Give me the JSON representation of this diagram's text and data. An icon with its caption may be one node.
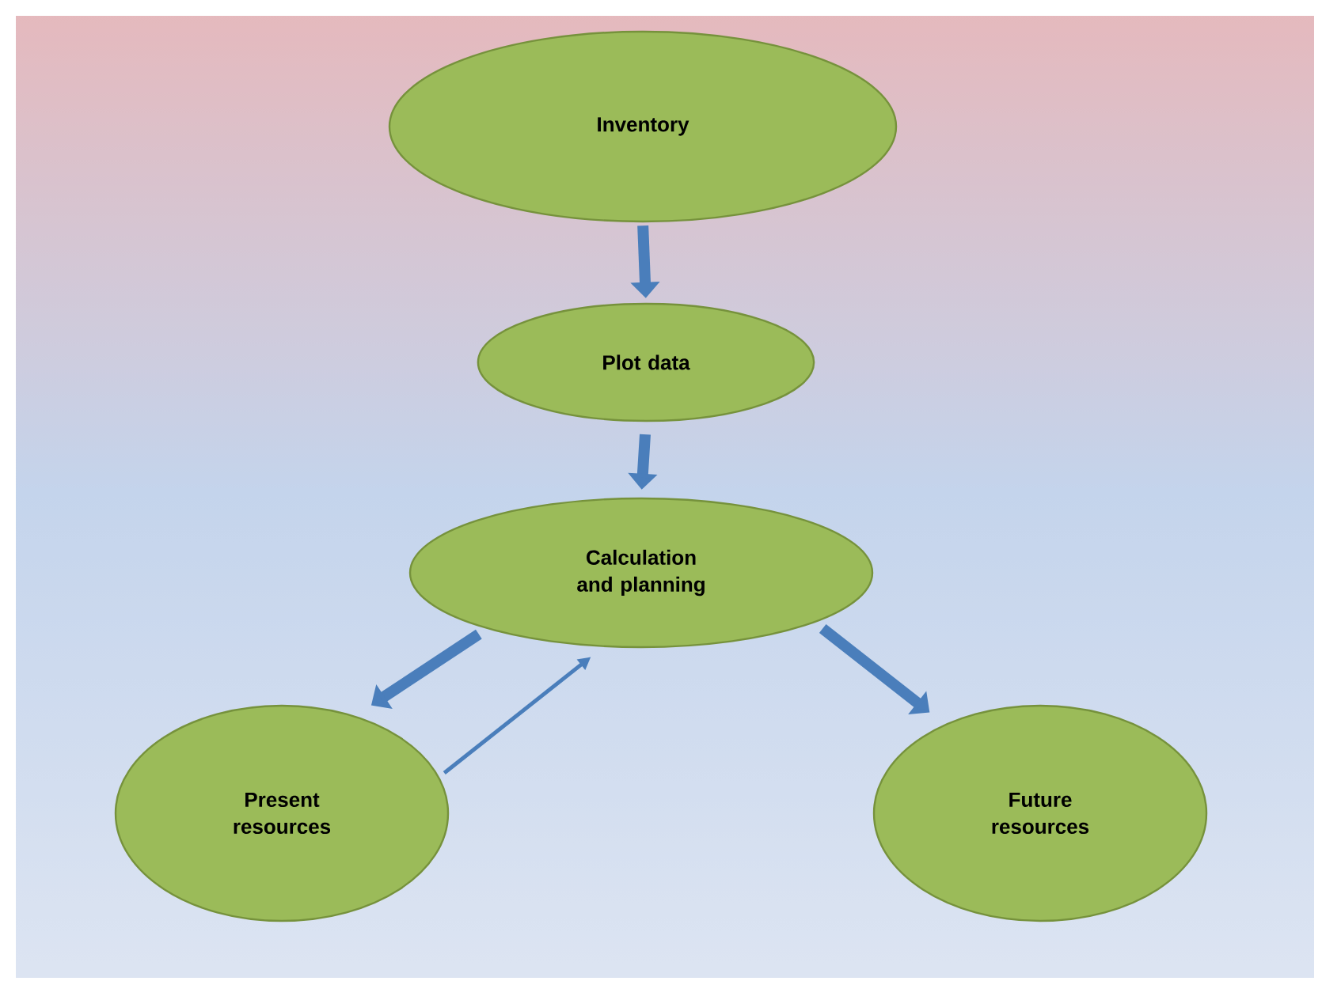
{
  "diagram": {
    "nodes": [
      {
        "text": [
          "Inventory"
        ]
      },
      {
        "text": [
          "Plot data"
        ]
      },
      {
        "text": [
          "Calculation and planning"
        ]
      },
      {
        "text": [
          "Present resources"
        ]
      },
      {
        "text": [
          "Future resources"
        ]
      }
    ],
    "edges": [
      {
        "from": 0,
        "to": 1,
        "arrow": "to"
      },
      {
        "from": 1,
        "to": 2,
        "arrow": "to"
      },
      {
        "from": 2,
        "to": 3,
        "arrow": "to"
      },
      {
        "from": 3,
        "to": 2,
        "arrow": "to"
      },
      {
        "from": 2,
        "to": 4,
        "arrow": "to"
      }
    ]
  }
}
